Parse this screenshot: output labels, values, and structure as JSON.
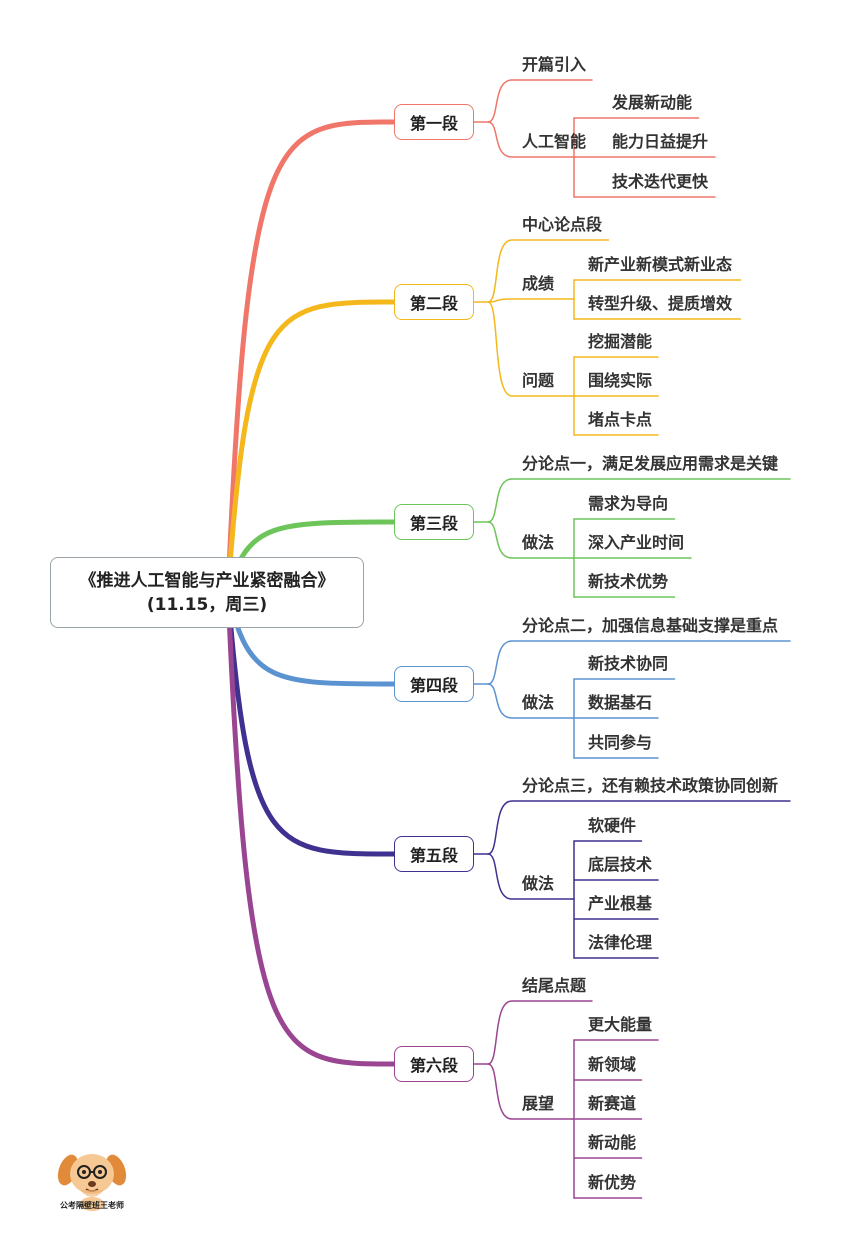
{
  "central": {
    "title": "《推进人工智能与产业紧密融合》",
    "subtitle": "(11.15，周三)"
  },
  "sections": [
    {
      "label": "第一段",
      "color": "#f0766a",
      "branches": [
        {
          "label": "开篇引入",
          "children": []
        },
        {
          "label": "人工智能",
          "children": [
            "发展新动能",
            "能力日益提升",
            "技术迭代更快"
          ]
        }
      ]
    },
    {
      "label": "第二段",
      "color": "#f4b81c",
      "branches": [
        {
          "label": "中心论点段",
          "children": []
        },
        {
          "label": "成绩",
          "children": [
            "新产业新模式新业态",
            "转型升级、提质增效"
          ]
        },
        {
          "label": "问题",
          "children": [
            "挖掘潜能",
            "围绕实际",
            "堵点卡点"
          ]
        }
      ]
    },
    {
      "label": "第三段",
      "color": "#6dc55a",
      "branches": [
        {
          "label": "分论点一，满足发展应用需求是关键",
          "children": []
        },
        {
          "label": "做法",
          "children": [
            "需求为导向",
            "深入产业时间",
            "新技术优势"
          ]
        }
      ]
    },
    {
      "label": "第四段",
      "color": "#5b93d1",
      "branches": [
        {
          "label": "分论点二，加强信息基础支撑是重点",
          "children": []
        },
        {
          "label": "做法",
          "children": [
            "新技术协同",
            "数据基石",
            "共同参与"
          ]
        }
      ]
    },
    {
      "label": "第五段",
      "color": "#3e3190",
      "branches": [
        {
          "label": "分论点三，还有赖技术政策协同创新",
          "children": []
        },
        {
          "label": "做法",
          "children": [
            "软硬件",
            "底层技术",
            "产业根基",
            "法律伦理"
          ]
        }
      ]
    },
    {
      "label": "第六段",
      "color": "#9a4592",
      "branches": [
        {
          "label": "结尾点题",
          "children": []
        },
        {
          "label": "展望",
          "children": [
            "更大能量",
            "新领域",
            "新赛道",
            "新动能",
            "新优势"
          ]
        }
      ]
    }
  ],
  "logo": {
    "caption": "公考隔壁班王老师",
    "icon": "cartoon-dog-icon"
  }
}
